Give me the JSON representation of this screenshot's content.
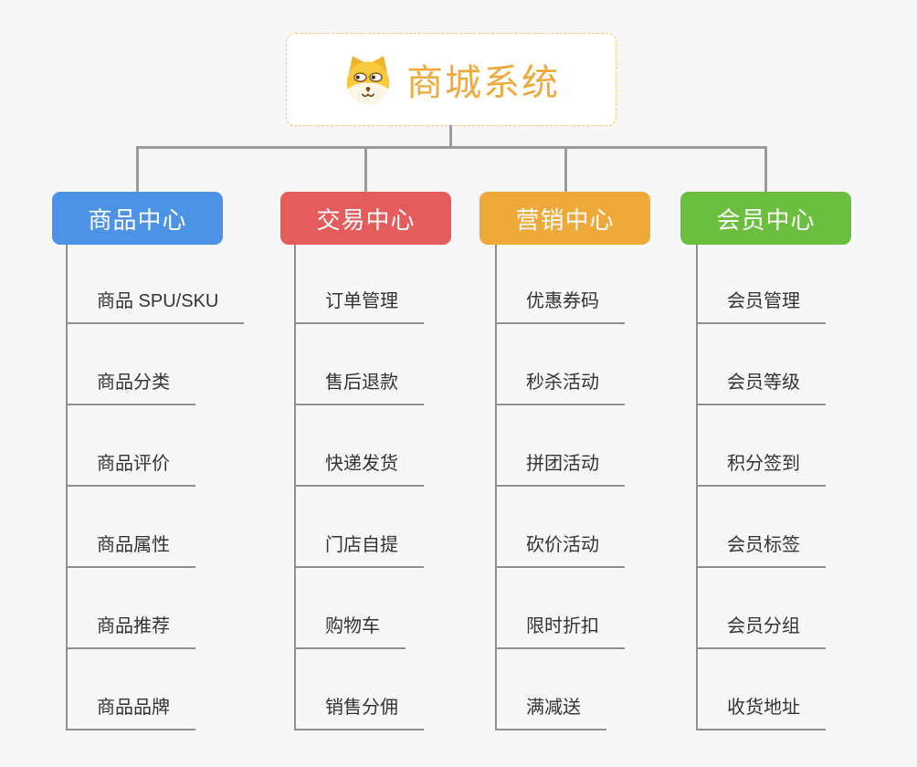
{
  "canvas": {
    "background_color": "#f7f7f8",
    "connector_color": "#9a9a9a",
    "leaf_line_color": "#8f8f8f",
    "leaf_text_color": "#333333"
  },
  "root": {
    "title": "商城系统",
    "title_color": "#f0a93c",
    "border_color": "#f3c96d",
    "icon": "dog-face-icon"
  },
  "branches": [
    {
      "label": "商品中心",
      "color": "#4c93e8",
      "children": [
        "商品 SPU/SKU",
        "商品分类",
        "商品评价",
        "商品属性",
        "商品推荐",
        "商品品牌"
      ]
    },
    {
      "label": "交易中心",
      "color": "#e45c5c",
      "children": [
        "订单管理",
        "售后退款",
        "快递发货",
        "门店自提",
        "购物车",
        "销售分佣"
      ]
    },
    {
      "label": "营销中心",
      "color": "#efa93b",
      "children": [
        "优惠券码",
        "秒杀活动",
        "拼团活动",
        "砍价活动",
        "限时折扣",
        "满减送"
      ]
    },
    {
      "label": "会员中心",
      "color": "#6cbe3e",
      "children": [
        "会员管理",
        "会员等级",
        "积分签到",
        "会员标签",
        "会员分组",
        "收货地址"
      ]
    }
  ]
}
